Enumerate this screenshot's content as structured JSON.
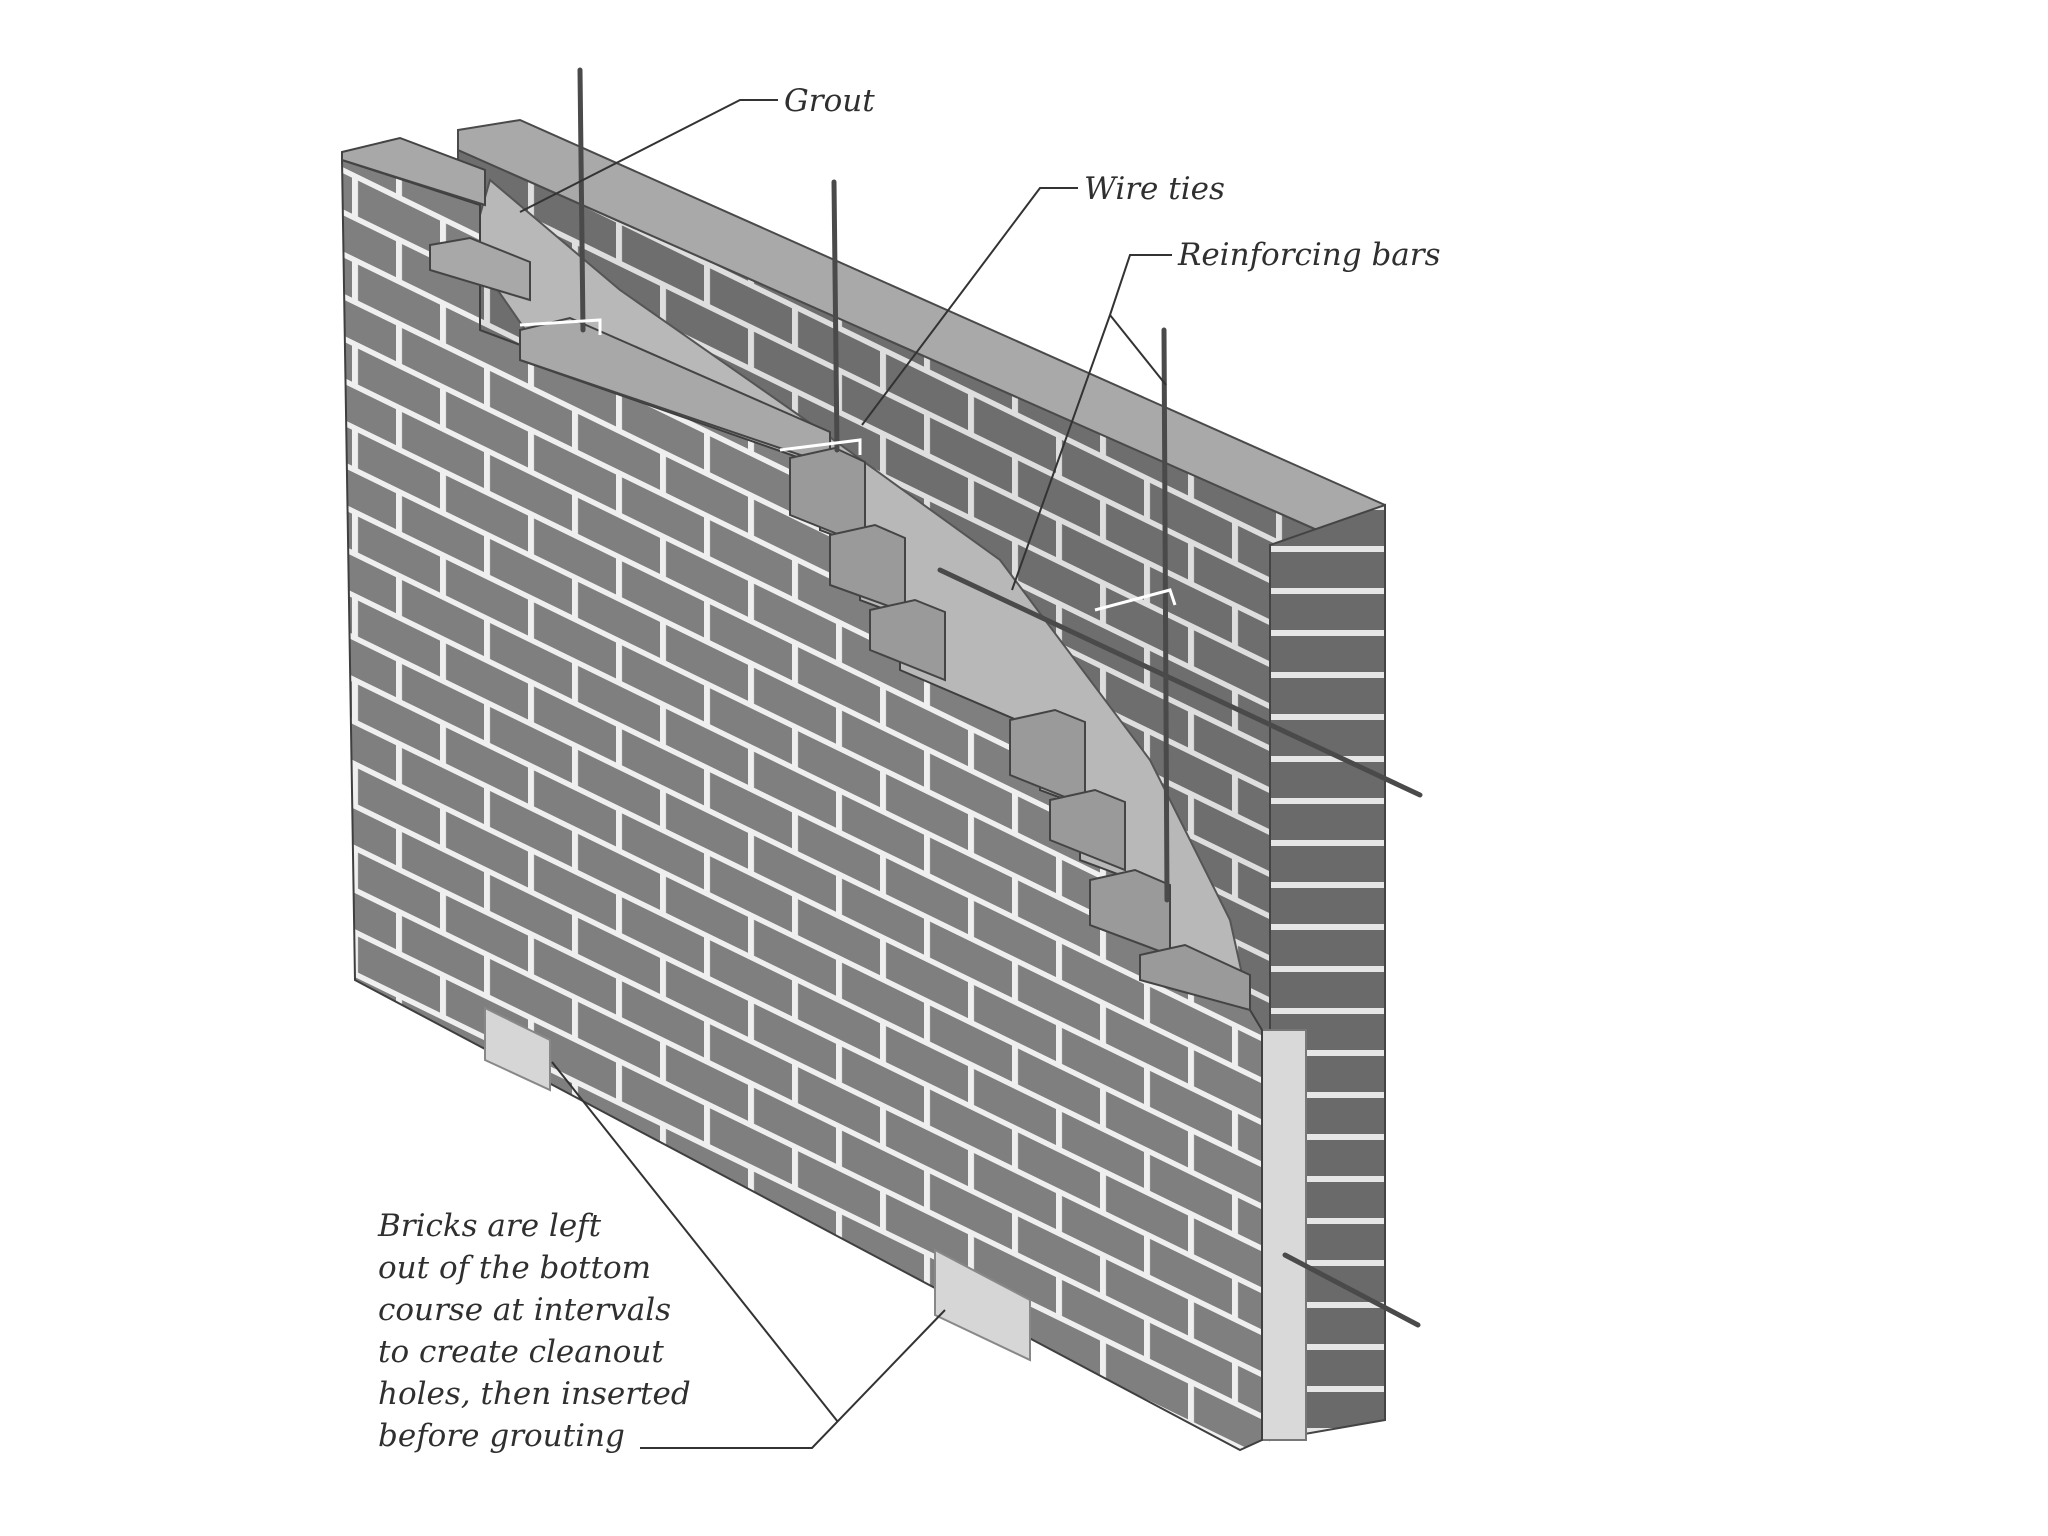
{
  "labels": {
    "grout": "Grout",
    "wire_ties": "Wire ties",
    "reinforcing_bars": "Reinforcing bars",
    "cleanout_note": [
      "Bricks are left",
      "out of the bottom",
      "course at intervals",
      "to create cleanout",
      "holes, then inserted",
      "before grouting"
    ]
  },
  "colors": {
    "brick": "#7f7f7f",
    "brick_top": "#a9a9a9",
    "brick_side": "#5c5c5c",
    "mortar": "#efefef",
    "grout": "#b8b8b8",
    "cleanout": "#d6d6d6",
    "leader": "#333333",
    "rebar": "#4a4a4a"
  },
  "icons": {
    "wall": "reinforced-brick-wall-illustration"
  }
}
